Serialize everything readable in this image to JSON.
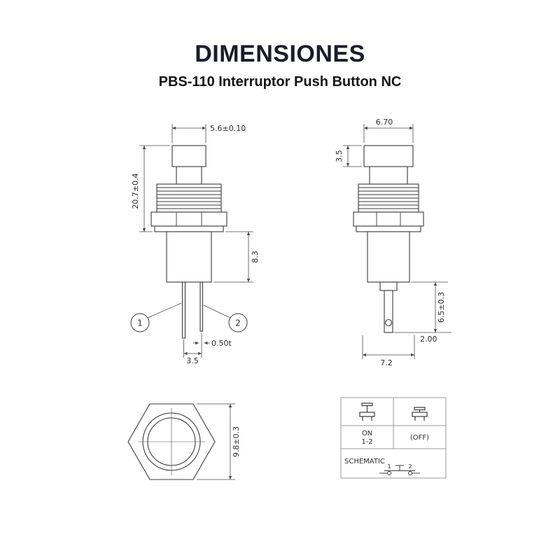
{
  "header": {
    "title": "DIMENSIONES",
    "subtitle": "PBS-110 Interruptor Push Button NC"
  },
  "colors": {
    "title_text": "#1b1b2e",
    "drawing_lines": "#3a3a3a",
    "table_border": "#9a9a9a"
  },
  "front_view": {
    "dim_cap_width": "5.6±0.10",
    "dim_overall_height": "20.7±0.4",
    "dim_body_height": "8.3",
    "dim_pin_spacing": "3.5",
    "dim_pin_thickness": "0.50t",
    "callout_1": "1",
    "callout_2": "2"
  },
  "side_view": {
    "dim_cap_width": "6.70",
    "dim_cap_height": "3.5",
    "dim_terminal_length": "6.5±0.3",
    "dim_hole_diameter": "2.00",
    "dim_body_width": "7.2"
  },
  "top_view": {
    "dim_across_flats": "9.8±0.3"
  },
  "schematic": {
    "on_state": "ON",
    "on_pins": "1-2",
    "off_state": "(OFF)",
    "label": "SCHEMATIC",
    "pin1": "1",
    "pin2": "2"
  }
}
